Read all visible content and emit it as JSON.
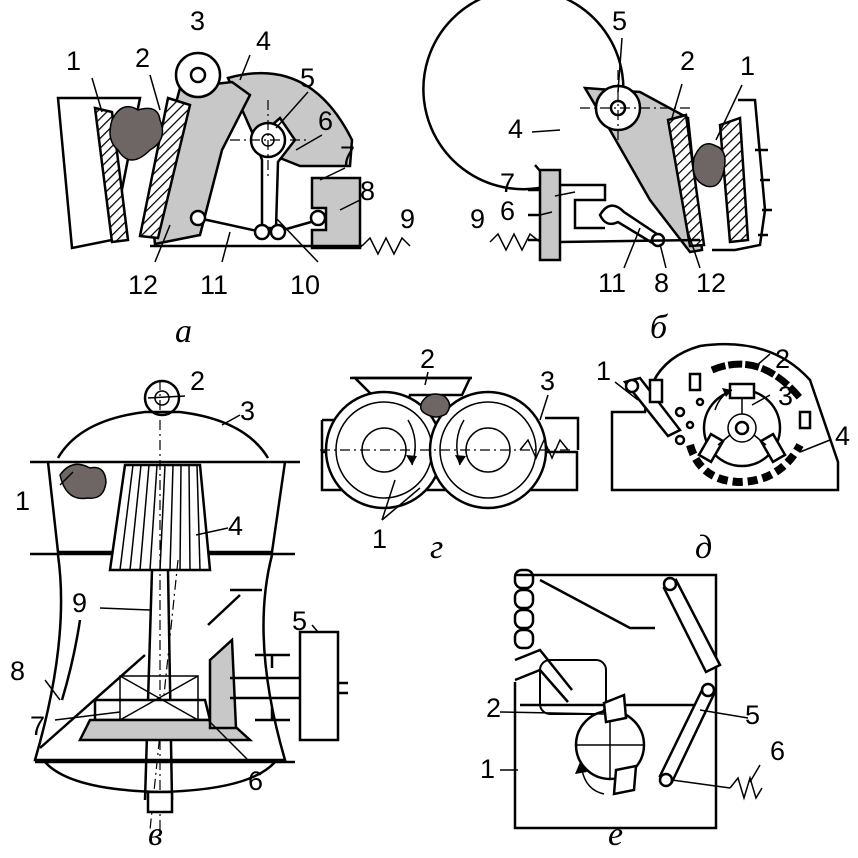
{
  "panels": {
    "a": {
      "caption": "а",
      "labels": [
        "1",
        "2",
        "3",
        "4",
        "5",
        "6",
        "7",
        "8",
        "9",
        "10",
        "11",
        "12"
      ]
    },
    "b": {
      "caption": "б",
      "labels": [
        "1",
        "2",
        "4",
        "5",
        "6",
        "7",
        "8",
        "9",
        "11",
        "12"
      ]
    },
    "v": {
      "caption": "в",
      "labels": [
        "1",
        "2",
        "3",
        "4",
        "5",
        "6",
        "7",
        "8",
        "9"
      ]
    },
    "g": {
      "caption": "г",
      "labels": [
        "1",
        "2",
        "3"
      ]
    },
    "d": {
      "caption": "д",
      "labels": [
        "1",
        "2",
        "3",
        "4"
      ]
    },
    "e": {
      "caption": "е",
      "labels": [
        "1",
        "2",
        "5",
        "6"
      ]
    }
  }
}
